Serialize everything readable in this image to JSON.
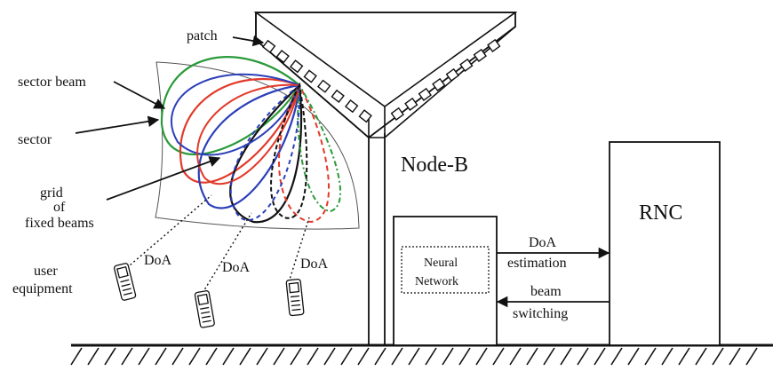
{
  "labels": {
    "patch": "patch",
    "sector_beam": "sector beam",
    "sector": "sector",
    "grid_line1": "grid",
    "grid_line2": "of",
    "grid_line3": "fixed beams",
    "user_line1": "user",
    "user_line2": "equipment",
    "doa1": "DoA",
    "doa2": "DoA",
    "doa3": "DoA",
    "node_b": "Node-B",
    "rnc": "RNC",
    "nn_line1": "Neural",
    "nn_line2": "Network",
    "doa_est_line1": "DoA",
    "doa_est_line2": "estimation",
    "beam_sw_line1": "beam",
    "beam_sw_line2": "switching"
  },
  "colors": {
    "ink": "#111111",
    "beam_red": "#e23a2a",
    "beam_blue": "#2b3fb8",
    "beam_green": "#2a9a3a",
    "ground": "#111111"
  }
}
